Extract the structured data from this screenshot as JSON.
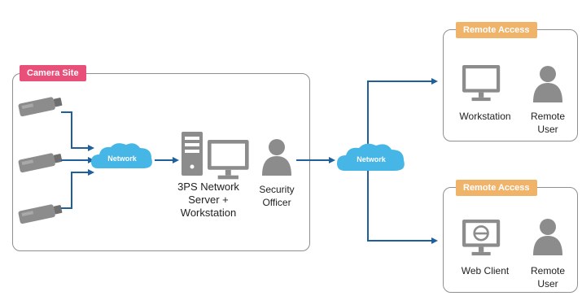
{
  "colors": {
    "camera_site_tag": "#e8507a",
    "remote_access_tag": "#f0b36a",
    "network_cloud": "#45b6e6",
    "arrow": "#1f5f9a",
    "icon_gray": "#8c8c8c",
    "border": "#8f8f8f"
  },
  "camera_site": {
    "tag": "Camera Site",
    "cameras": [
      "camera-icon",
      "camera-icon",
      "camera-icon"
    ],
    "network_cloud_label": "Network",
    "server_label_lines": [
      "3PS Network",
      "Server +",
      "Workstation"
    ],
    "officer_label_lines": [
      "Security",
      "Officer"
    ]
  },
  "center_network_label": "Network",
  "remote_access_top": {
    "tag": "Remote Access",
    "workstation_label": "Workstation",
    "user_label_lines": [
      "Remote",
      "User"
    ]
  },
  "remote_access_bottom": {
    "tag": "Remote Access",
    "client_label": "Web Client",
    "user_label_lines": [
      "Remote",
      "User"
    ]
  }
}
